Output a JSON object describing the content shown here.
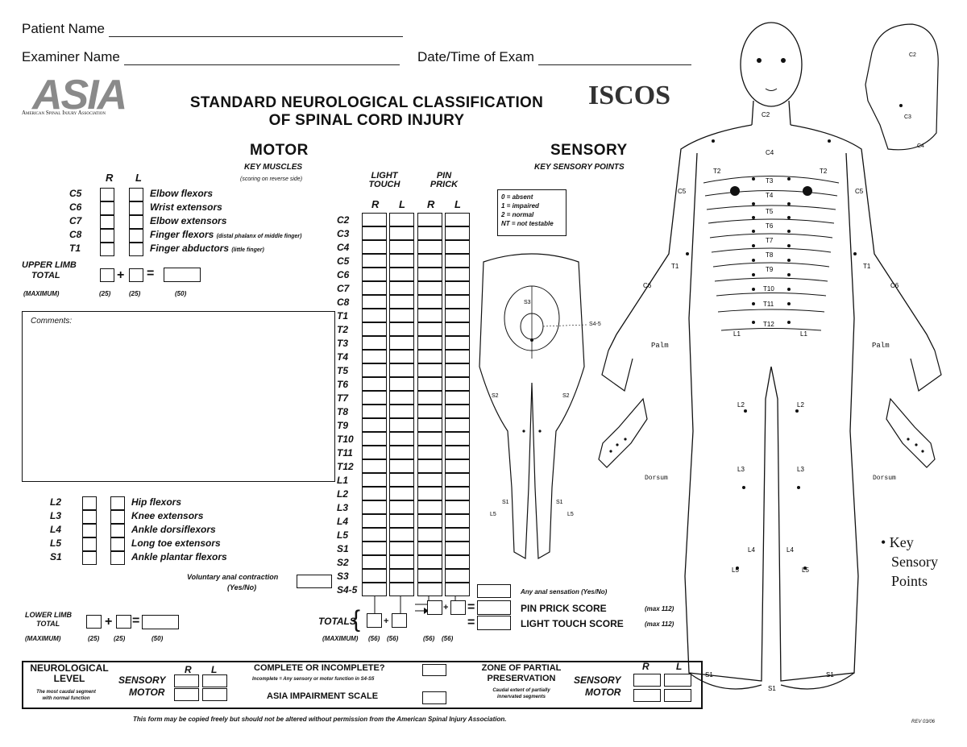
{
  "header": {
    "patient_label": "Patient Name",
    "examiner_label": "Examiner Name",
    "date_label": "Date/Time of Exam"
  },
  "logos": {
    "asia": "ASIA",
    "asia_sub": "American Spinal Injury Association",
    "iscos": "ISCOS"
  },
  "title": {
    "line1": "STANDARD NEUROLOGICAL CLASSIFICATION",
    "line2": "OF SPINAL CORD INJURY"
  },
  "motor": {
    "heading": "MOTOR",
    "subheading": "KEY MUSCLES",
    "note": "(scoring on reverse side)",
    "r": "R",
    "l": "L",
    "upper": [
      {
        "level": "C5",
        "muscle": "Elbow flexors",
        "extra": ""
      },
      {
        "level": "C6",
        "muscle": "Wrist extensors",
        "extra": ""
      },
      {
        "level": "C7",
        "muscle": "Elbow extensors",
        "extra": ""
      },
      {
        "level": "C8",
        "muscle": "Finger flexors",
        "extra": "(distal phalanx of middle finger)"
      },
      {
        "level": "T1",
        "muscle": "Finger abductors",
        "extra": "(little finger)"
      }
    ],
    "upper_total_label1": "UPPER LIMB",
    "upper_total_label2": "TOTAL",
    "maximum": "(MAXIMUM)",
    "max25a": "(25)",
    "max25b": "(25)",
    "max50": "(50)",
    "lower": [
      {
        "level": "L2",
        "muscle": "Hip flexors"
      },
      {
        "level": "L3",
        "muscle": "Knee extensors"
      },
      {
        "level": "L4",
        "muscle": "Ankle dorsiflexors"
      },
      {
        "level": "L5",
        "muscle": "Long toe extensors"
      },
      {
        "level": "S1",
        "muscle": "Ankle plantar flexors"
      }
    ],
    "anal_label": "Voluntary anal contraction",
    "anal_yn": "(Yes/No)",
    "lower_total_label1": "LOWER LIMB",
    "lower_total_label2": "TOTAL",
    "lmax25a": "(25)",
    "lmax25b": "(25)",
    "lmax50": "(50)",
    "plus": "+",
    "equals": "="
  },
  "comments_label": "Comments:",
  "sensory": {
    "heading": "SENSORY",
    "subheading": "KEY SENSORY POINTS",
    "light_touch": [
      "LIGHT",
      "TOUCH"
    ],
    "pin_prick": [
      "PIN",
      "PRICK"
    ],
    "r": "R",
    "l": "L",
    "levels": [
      "C2",
      "C3",
      "C4",
      "C5",
      "C6",
      "C7",
      "C8",
      "T1",
      "T2",
      "T3",
      "T4",
      "T5",
      "T6",
      "T7",
      "T8",
      "T9",
      "T10",
      "T11",
      "T12",
      "L1",
      "L2",
      "L3",
      "L4",
      "L5",
      "S1",
      "S2",
      "S3",
      "S4-5"
    ],
    "legend": [
      "0 = absent",
      "1 = impaired",
      "2 = normal",
      "NT = not testable"
    ],
    "totals_label": "TOTALS",
    "totals_max": "(MAXIMUM)",
    "max56a": "(56)",
    "max56b": "(56)",
    "max56c": "(56)",
    "max56d": "(56)",
    "anal_sensation": "Any anal sensation (Yes/No)",
    "pin_score": "PIN PRICK SCORE",
    "pin_max": "(max 112)",
    "lt_score": "LIGHT TOUCH SCORE",
    "lt_max": "(max 112)"
  },
  "body_labels": {
    "key_points": [
      "• Key",
      "Sensory",
      "Points"
    ],
    "palm": "Palm",
    "dorsum": "Dorsum",
    "s45": "S4-5"
  },
  "bottom": {
    "neuro1": "NEUROLOGICAL",
    "neuro2": "LEVEL",
    "neuro_note1": "The most caudal segment",
    "neuro_note2": "with normal function",
    "sensory": "SENSORY",
    "motor": "MOTOR",
    "r": "R",
    "l": "L",
    "complete": "COMPLETE OR INCOMPLETE?",
    "complete_note": "Incomplete = Any sensory or motor function in S4-S5",
    "ais": "ASIA IMPAIRMENT SCALE",
    "zpp1": "ZONE OF PARTIAL",
    "zpp2": "PRESERVATION",
    "zpp_note1": "Caudal extent of partially",
    "zpp_note2": "innervated segments"
  },
  "footer": "This form may be copied freely but should not be altered without permission from the American Spinal Injury Association.",
  "rev": "REV 03/06"
}
